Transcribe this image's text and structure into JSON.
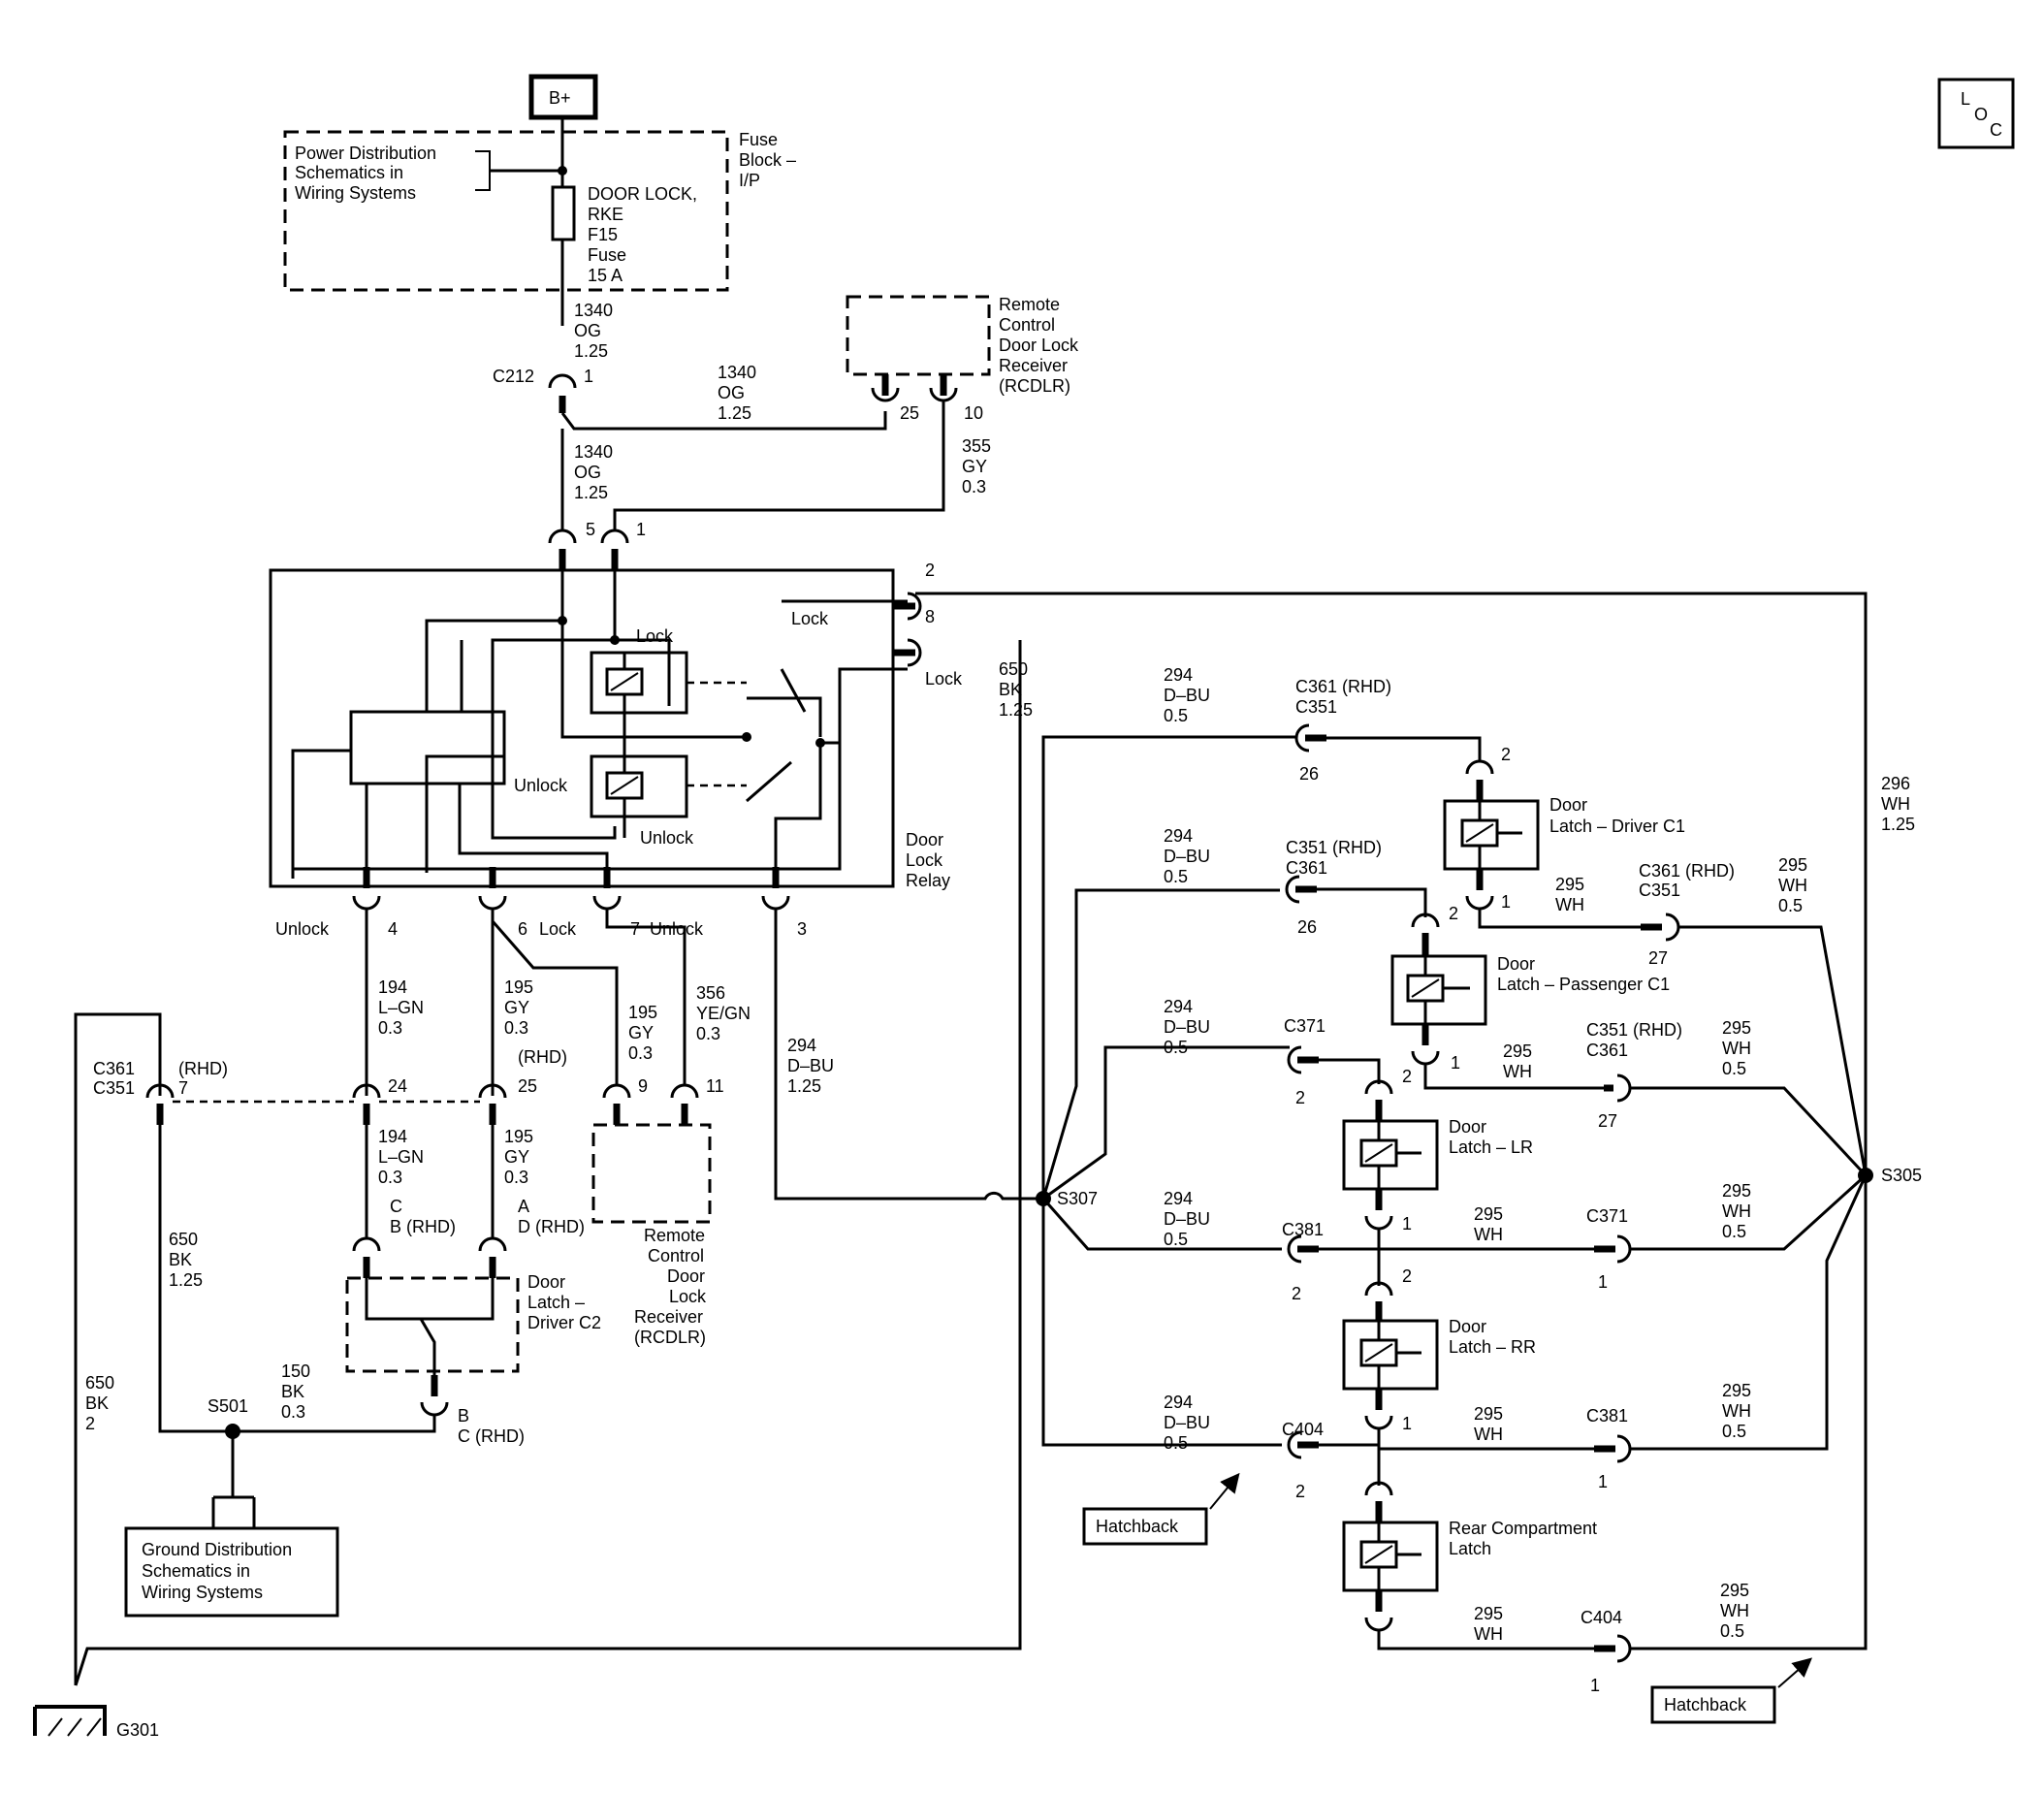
{
  "title_block": {
    "l": "L",
    "o": "O",
    "c": "C"
  },
  "battery": "B+",
  "power_dist": {
    "line1": "Power Distribution",
    "line2": "Schematics in",
    "line3": "Wiring Systems"
  },
  "fuse_block": {
    "line1": "Fuse",
    "line2": "Block –",
    "line3": "I/P"
  },
  "fuse": {
    "line1": "DOOR LOCK,",
    "line2": "RKE",
    "line3": "F15",
    "line4": "Fuse",
    "line5": "15 A"
  },
  "wire_1340_a": {
    "num": "1340",
    "color": "OG",
    "size": "1.25"
  },
  "wire_1340_b": {
    "num": "1340",
    "color": "OG",
    "size": "1.25"
  },
  "wire_1340_c": {
    "num": "1340",
    "color": "OG",
    "size": "1.25"
  },
  "wire_355": {
    "num": "355",
    "color": "GY",
    "size": "0.3"
  },
  "wire_650_a": {
    "num": "650",
    "color": "BK",
    "size": "1.25"
  },
  "wire_650_b": {
    "num": "650",
    "color": "BK",
    "size": "1.25"
  },
  "wire_650_c": {
    "num": "650",
    "color": "BK",
    "size": "2"
  },
  "wire_150": {
    "num": "150",
    "color": "BK",
    "size": "0.3"
  },
  "wire_194_a": {
    "num": "194",
    "color": "L–GN",
    "size": "0.3"
  },
  "wire_194_b": {
    "num": "194",
    "color": "L–GN",
    "size": "0.3"
  },
  "wire_195_a": {
    "num": "195",
    "color": "GY",
    "size": "0.3"
  },
  "wire_195_b": {
    "num": "195",
    "color": "GY",
    "size": "0.3"
  },
  "wire_195_c": {
    "num": "195",
    "color": "GY",
    "size": "0.3"
  },
  "wire_356": {
    "num": "356",
    "color": "YE/GN",
    "size": "0.3"
  },
  "wire_294_main": {
    "num": "294",
    "color": "D–BU",
    "size": "1.25"
  },
  "wire_294_1": {
    "num": "294",
    "color": "D–BU",
    "size": "0.5"
  },
  "wire_294_2": {
    "num": "294",
    "color": "D–BU",
    "size": "0.5"
  },
  "wire_294_3": {
    "num": "294",
    "color": "D–BU",
    "size": "0.5"
  },
  "wire_294_4": {
    "num": "294",
    "color": "D–BU",
    "size": "0.5"
  },
  "wire_294_5": {
    "num": "294",
    "color": "D–BU",
    "size": "0.5"
  },
  "wire_296_main": {
    "num": "296",
    "color": "WH",
    "size": "1.25"
  },
  "wire_295_1a": {
    "num": "295",
    "color": "WH"
  },
  "wire_295_1b": {
    "num": "295",
    "color": "WH",
    "size": "0.5"
  },
  "wire_295_2a": {
    "num": "295",
    "color": "WH"
  },
  "wire_295_2b": {
    "num": "295",
    "color": "WH",
    "size": "0.5"
  },
  "wire_295_3a": {
    "num": "295",
    "color": "WH"
  },
  "wire_295_3b": {
    "num": "295",
    "color": "WH",
    "size": "0.5"
  },
  "wire_295_4a": {
    "num": "295",
    "color": "WH"
  },
  "wire_295_4b": {
    "num": "295",
    "color": "WH",
    "size": "0.5"
  },
  "wire_295_5a": {
    "num": "295",
    "color": "WH"
  },
  "wire_295_5b": {
    "num": "295",
    "color": "WH",
    "size": "0.5"
  },
  "conn": {
    "c212": "C212",
    "c212_pin": "1",
    "rcdlr_pin25": "25",
    "rcdlr_pin10": "10",
    "relay_pin5": "5",
    "relay_pin1": "1",
    "relay_pin2": "2",
    "relay_pin8": "8",
    "relay_pin4": "4",
    "relay_pin6": "6",
    "relay_pin7": "7",
    "relay_pin3": "3",
    "c361_c351_left_1": "C361",
    "c361_c351_left_2": "C351",
    "rhd": "(RHD)",
    "pin7": "7",
    "pin24": "24",
    "pin25": "25",
    "pin9": "9",
    "pin11": "11",
    "rhd_25": "(RHD)",
    "c_b_rhd_1": "C",
    "c_b_rhd_2": "B (RHD)",
    "a_d_rhd_1": "A",
    "a_d_rhd_2": "D (RHD)",
    "b_c_rhd_1": "B",
    "b_c_rhd_2": "C (RHD)",
    "s501": "S501",
    "s307": "S307",
    "s305": "S305",
    "g301": "G301",
    "dr_top_1": "C361 (RHD)",
    "dr_top_2": "C351",
    "dr_top_pin": "26",
    "dr_pin2": "2",
    "dr_pin1": "1",
    "dr_bot_1": "C361 (RHD)",
    "dr_bot_2": "C351",
    "dr_bot_pin": "27",
    "ps_top_1": "C351 (RHD)",
    "ps_top_2": "C361",
    "ps_top_pin": "26",
    "ps_pin2": "2",
    "ps_pin1": "1",
    "ps_bot_1": "C351 (RHD)",
    "ps_bot_2": "C361",
    "ps_bot_pin": "27",
    "lr_top": "C371",
    "lr_top_pin": "2",
    "lr_pin2": "2",
    "lr_pin1": "1",
    "lr_bot": "C371",
    "lr_bot_pin": "1",
    "rr_top": "C381",
    "rr_top_pin": "2",
    "rr_pin2": "2",
    "rr_pin1": "1",
    "rr_bot": "C381",
    "rr_bot_pin": "1",
    "rc_top": "C404",
    "rc_top_pin": "2",
    "rc_bot": "C404",
    "rc_bot_pin": "1"
  },
  "relay": {
    "name1": "Door",
    "name2": "Lock",
    "name3": "Relay",
    "lock_coil": "Lock",
    "unlock_coil": "Unlock",
    "unlock_label": "Unlock",
    "lock_sw": "Lock",
    "lock_out": "Lock"
  },
  "lower_labels": {
    "unlock4": "Unlock",
    "lock6": "Lock",
    "unlock7": "Unlock"
  },
  "rcdlr_top": {
    "line1": "Remote",
    "line2": "Control",
    "line3": "Door Lock",
    "line4": "Receiver",
    "line5": "(RCDLR)"
  },
  "rcdlr_low": {
    "line1": "Remote",
    "line2": "Control",
    "line3": "Door",
    "line4": "Lock",
    "line5": "Receiver",
    "line6": "(RCDLR)"
  },
  "latch_driver_c2": {
    "line1": "Door",
    "line2": "Latch –",
    "line3": "Driver C2"
  },
  "latch_driver_c1": {
    "line1": "Door",
    "line2": "Latch – Driver C1"
  },
  "latch_pass_c1": {
    "line1": "Door",
    "line2": "Latch – Passenger C1"
  },
  "latch_lr": {
    "line1": "Door",
    "line2": "Latch – LR"
  },
  "latch_rr": {
    "line1": "Door",
    "line2": "Latch – RR"
  },
  "latch_rear": {
    "line1": "Rear Compartment",
    "line2": "Latch"
  },
  "ground_dist": {
    "line1": "Ground Distribution",
    "line2": "Schematics in",
    "line3": "Wiring Systems"
  },
  "hatchback_1": "Hatchback",
  "hatchback_2": "Hatchback"
}
